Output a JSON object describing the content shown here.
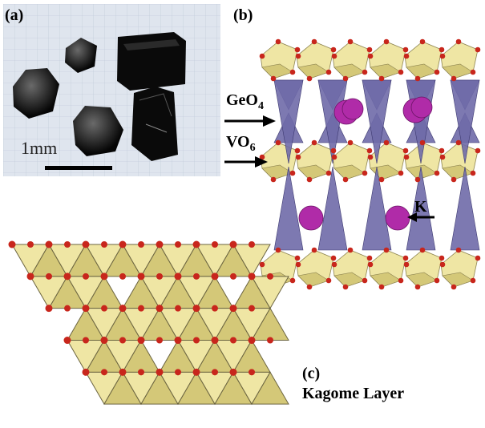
{
  "panels": {
    "a": {
      "label": "(a)",
      "scale_text": "1mm"
    },
    "b": {
      "label": "(b)",
      "geo4": {
        "base": "GeO",
        "sub": "4"
      },
      "vo6": {
        "base": "VO",
        "sub": "6"
      },
      "k": "K"
    },
    "c": {
      "label": "(c)",
      "title": "Kagome Layer"
    }
  },
  "colors": {
    "octahedron": "#efe6a4",
    "octahedron_dark": "#d4c878",
    "tetrahedron": "#6f6aa8",
    "oxygen": "#c8261c",
    "potassium": "#b02ba8",
    "crystal": "#0b0b0b"
  }
}
